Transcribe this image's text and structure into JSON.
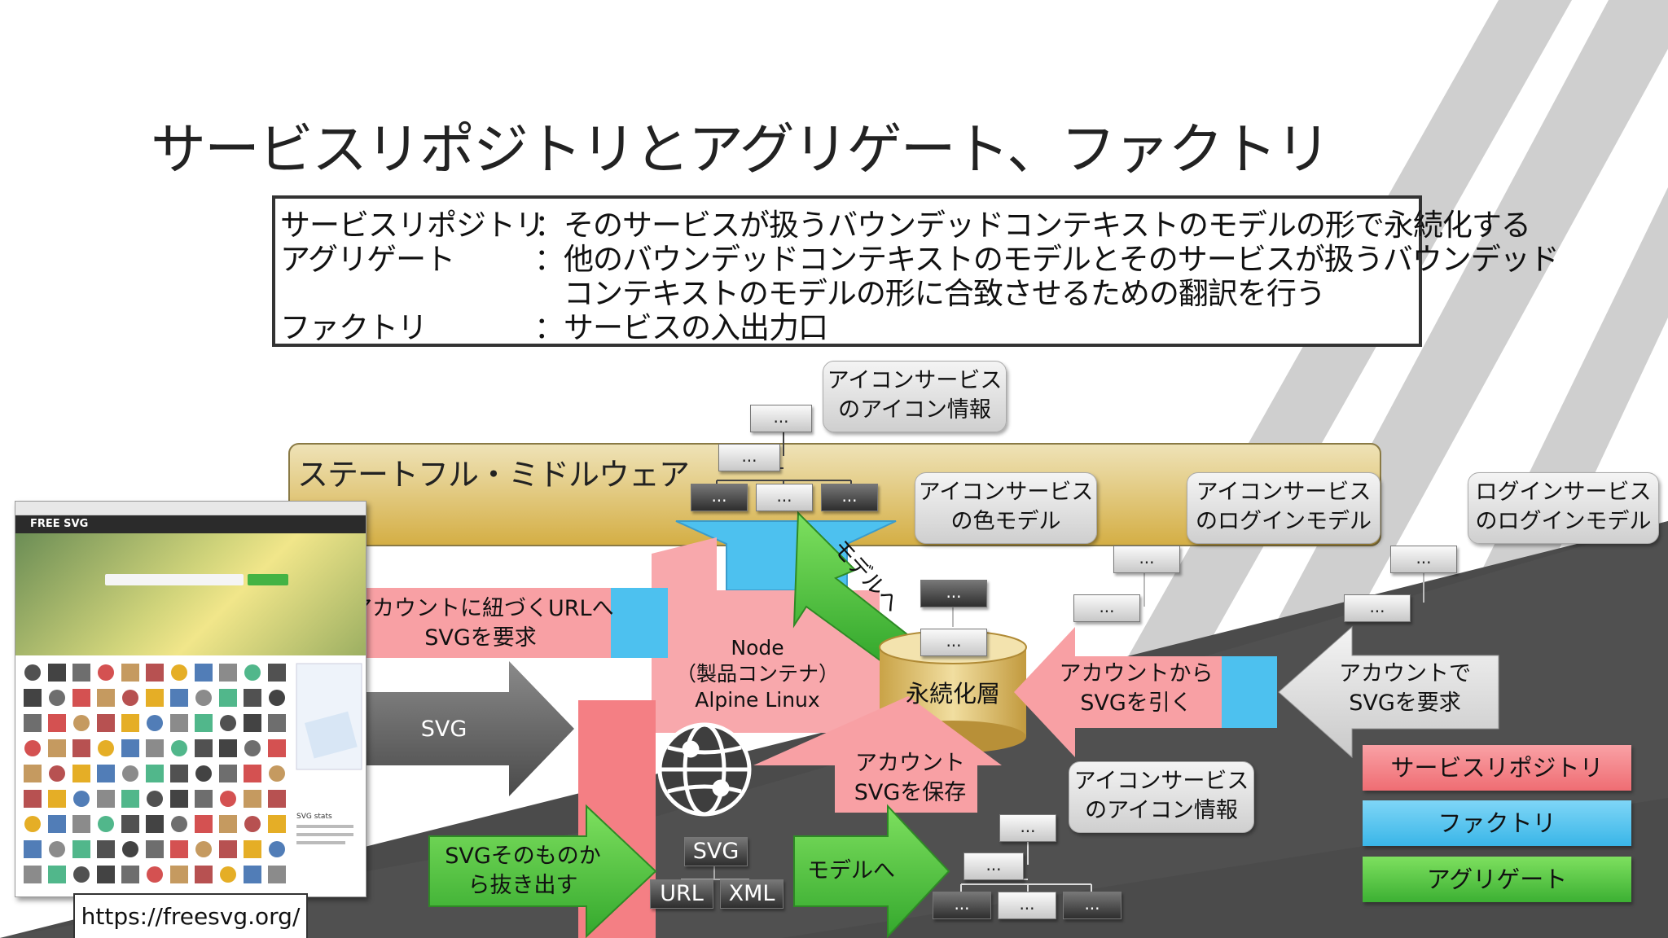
{
  "title": "サービスリポジトリとアグリゲート、ファクトリ",
  "definitions": [
    {
      "term": "サービスリポジトリ",
      "lines": [
        "：そのサービスが扱うバウンデッドコンテキストのモデルの形で永続化する"
      ]
    },
    {
      "term": "アグリゲート",
      "lines": [
        "：他のバウンデッドコンテキストのモデルとそのサービスが扱うバウンデッド",
        "　コンテキストのモデルの形に合致させるための翻訳を行う"
      ]
    },
    {
      "term": "ファクトリ",
      "lines": [
        "：サービスの入出力口"
      ]
    }
  ],
  "middleware_label": "ステートフル・ミドルウェア",
  "node_ellipsis": "...",
  "bubbles": {
    "icon_info_top": [
      "アイコンサービス",
      "のアイコン情報"
    ],
    "color_model": [
      "アイコンサービス",
      "の色モデル"
    ],
    "login_model_icon": [
      "アイコンサービス",
      "のログインモデル"
    ],
    "login_model_login": [
      "ログインサービス",
      "のログインモデル"
    ],
    "icon_info_bottom": [
      "アイコンサービス",
      "のアイコン情報"
    ]
  },
  "arrows": {
    "request_svg_by_url": [
      "アカウントに紐づくURLへ",
      "SVGを要求"
    ],
    "svg": "SVG",
    "to_model_top": "モデルへ",
    "pull_svg": [
      "アカウントから",
      "SVGを引く"
    ],
    "request_svg_by_account": [
      "アカウントで",
      "SVGを要求"
    ],
    "save_svg": [
      "アカウント",
      "SVGを保存"
    ],
    "extract_svg": [
      "SVGそのものか",
      "ら抜き出す"
    ],
    "to_model_bottom": "モデルへ"
  },
  "container": [
    "Node",
    "（製品コンテナ）",
    "Alpine Linux"
  ],
  "persistence": "永続化層",
  "svg_parts": {
    "svg": "SVG",
    "url": "URL",
    "xml": "XML"
  },
  "legend": [
    {
      "label": "サービスリポジトリ",
      "color": "#f47f84"
    },
    {
      "label": "ファクトリ",
      "color": "#4dc1ef"
    },
    {
      "label": "アグリゲート",
      "color": "#52c541"
    }
  ],
  "website": {
    "logo": "FREE SVG",
    "stats_title": "SVG stats"
  },
  "url": "https://freesvg.org/"
}
